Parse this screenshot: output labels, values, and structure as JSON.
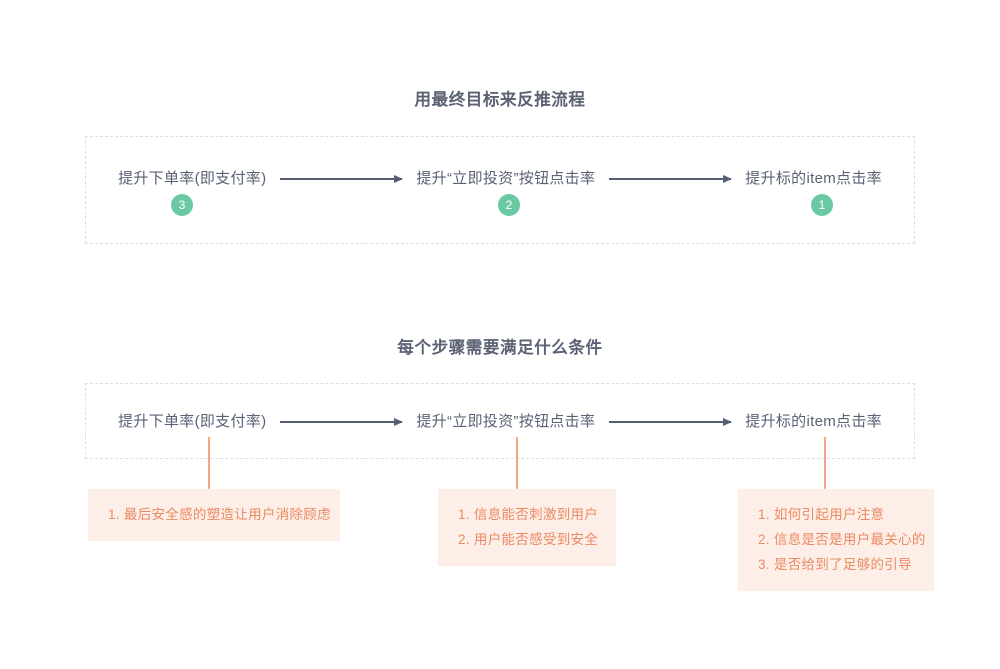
{
  "sections": [
    {
      "title": "用最终目标来反推流程",
      "nodes": [
        {
          "label": "提升下单率(即支付率)",
          "badge": "3"
        },
        {
          "label": "提升“立即投资”按钮点击率",
          "badge": "2"
        },
        {
          "label": "提升标的item点击率",
          "badge": "1"
        }
      ]
    },
    {
      "title": "每个步骤需要满足什么条件",
      "nodes": [
        {
          "label": "提升下单率(即支付率)"
        },
        {
          "label": "提升“立即投资”按钮点击率"
        },
        {
          "label": "提升标的item点击率"
        }
      ],
      "conditions": [
        {
          "items": [
            "1. 最后安全感的塑造让用户消除顾虑"
          ]
        },
        {
          "items": [
            "1. 信息能否刺激到用户",
            "2. 用户能否感受到安全"
          ]
        },
        {
          "items": [
            "1. 如何引起用户注意",
            "2. 信息是否是用户最关心的",
            "3. 是否给到了足够的引导"
          ]
        }
      ]
    }
  ],
  "colors": {
    "background": "#ffffff",
    "node_text": "#5a6175",
    "title_text": "#5b6274",
    "badge_green": "#6ac9a3",
    "arrow": "#555f73",
    "dashed_border": "#dcdfe4",
    "connector_orange": "#f0a583",
    "condition_bg": "#fdeee7",
    "condition_text": "#ea8a63"
  }
}
